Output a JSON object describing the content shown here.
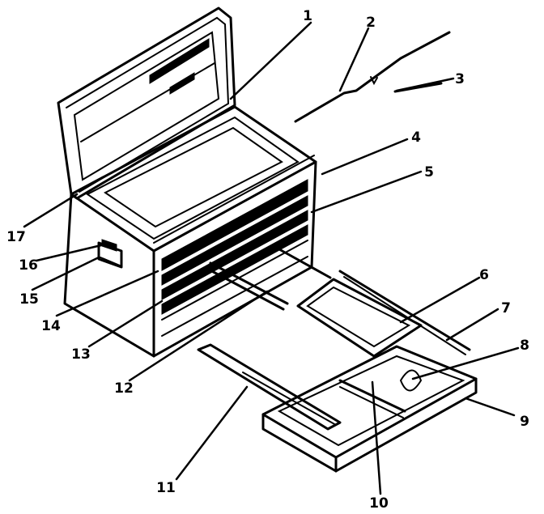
{
  "callouts": [
    {
      "label": "1"
    },
    {
      "label": "2"
    },
    {
      "label": "3"
    },
    {
      "label": "4"
    },
    {
      "label": "5"
    },
    {
      "label": "6"
    },
    {
      "label": "7"
    },
    {
      "label": "8"
    },
    {
      "label": "9"
    },
    {
      "label": "10"
    },
    {
      "label": "11"
    },
    {
      "label": "12"
    },
    {
      "label": "13"
    },
    {
      "label": "14"
    },
    {
      "label": "15"
    },
    {
      "label": "16"
    },
    {
      "label": "17"
    }
  ]
}
